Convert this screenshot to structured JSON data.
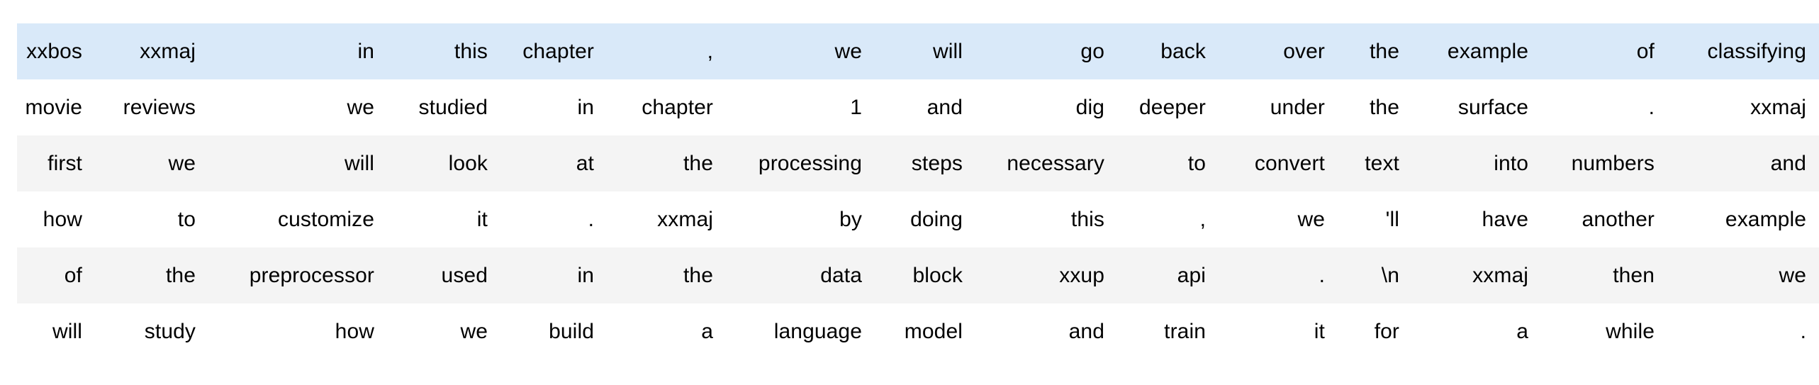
{
  "table": {
    "column_count": 15,
    "row_count": 6,
    "colors": {
      "highlight_row_bg": "#d9e9f9",
      "stripe_row_bg": "#f4f4f4",
      "plain_row_bg": "#ffffff",
      "text": "#000000",
      "page_bg": "#ffffff"
    },
    "rows": [
      {
        "style": "highlight",
        "cells": [
          "xxbos",
          "xxmaj",
          "in",
          "this",
          "chapter",
          ",",
          "we",
          "will",
          "go",
          "back",
          "over",
          "the",
          "example",
          "of",
          "classifying"
        ]
      },
      {
        "style": "plain",
        "cells": [
          "movie",
          "reviews",
          "we",
          "studied",
          "in",
          "chapter",
          "1",
          "and",
          "dig",
          "deeper",
          "under",
          "the",
          "surface",
          ".",
          "xxmaj"
        ]
      },
      {
        "style": "stripe",
        "cells": [
          "first",
          "we",
          "will",
          "look",
          "at",
          "the",
          "processing",
          "steps",
          "necessary",
          "to",
          "convert",
          "text",
          "into",
          "numbers",
          "and"
        ]
      },
      {
        "style": "plain",
        "cells": [
          "how",
          "to",
          "customize",
          "it",
          ".",
          "xxmaj",
          "by",
          "doing",
          "this",
          ",",
          "we",
          "'ll",
          "have",
          "another",
          "example"
        ]
      },
      {
        "style": "stripe",
        "cells": [
          "of",
          "the",
          "preprocessor",
          "used",
          "in",
          "the",
          "data",
          "block",
          "xxup",
          "api",
          ".",
          "\\n",
          "xxmaj",
          "then",
          "we"
        ]
      },
      {
        "style": "plain",
        "cells": [
          "will",
          "study",
          "how",
          "we",
          "build",
          "a",
          "language",
          "model",
          "and",
          "train",
          "it",
          "for",
          "a",
          "while",
          "."
        ]
      }
    ]
  }
}
